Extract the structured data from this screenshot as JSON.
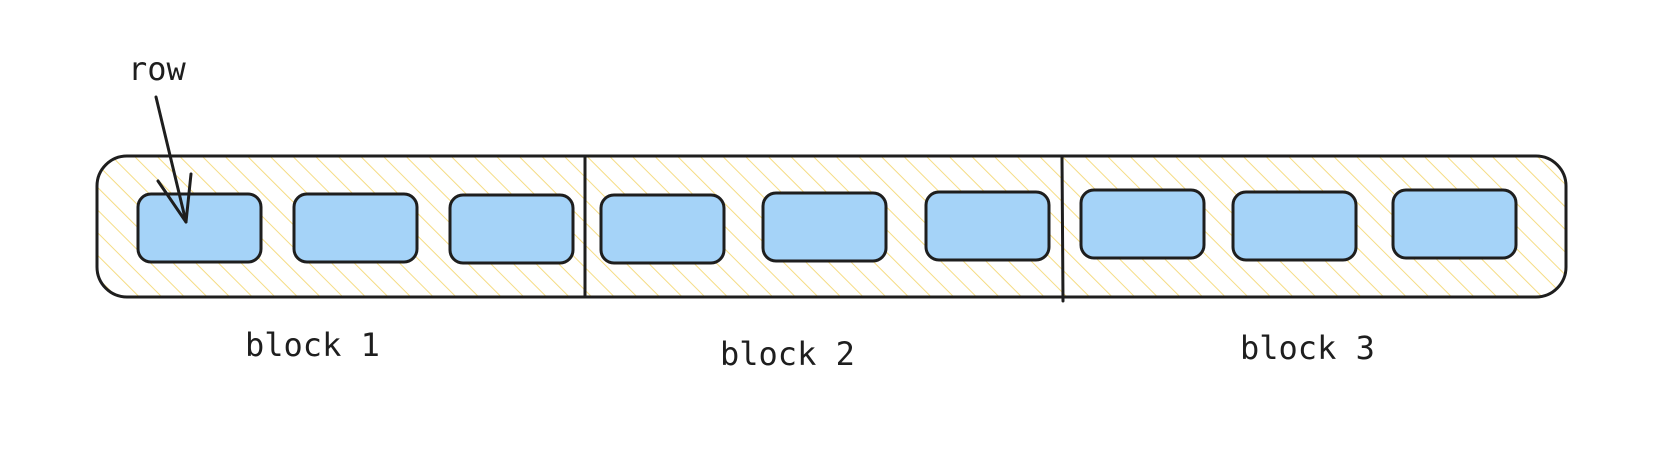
{
  "diagram": {
    "annotation": "row",
    "blocks": [
      {
        "label": "block 1",
        "rows": 3
      },
      {
        "label": "block 2",
        "rows": 3
      },
      {
        "label": "block 3",
        "rows": 3
      }
    ]
  },
  "colors": {
    "row_fill": "#a5d3f8",
    "hatch": "#f5dc84",
    "stroke": "#1e1e1e",
    "background": "#ffffff"
  }
}
